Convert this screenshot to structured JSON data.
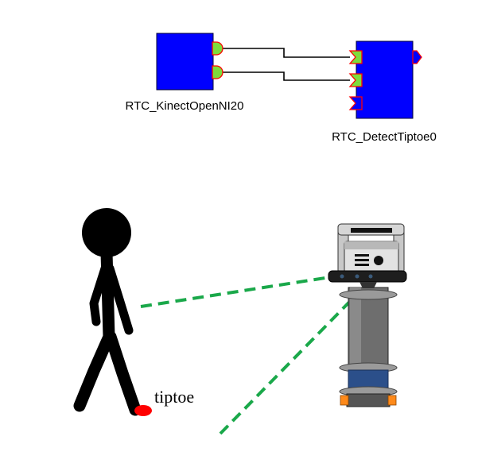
{
  "components": [
    {
      "id": "kinect",
      "label": "RTC_KinectOpenNI20",
      "color": "#0000ff"
    },
    {
      "id": "detect",
      "label": "RTC_DetectTiptoe0",
      "color": "#0000ff"
    }
  ],
  "ports": {
    "outport_color": "#7ddc3c",
    "inport_color": "#7ddc3c",
    "unconnected_color": "#0000ff",
    "border_color": "#ff0000"
  },
  "scene": {
    "annotation": "tiptoe",
    "figure_color": "#000000",
    "tiptoe_marker_color": "#ff0000",
    "sight_line_color": "#1aa84a",
    "robot_body_color": "#6e6e6e",
    "robot_band_color": "#2b4f8a",
    "robot_wheel_color": "#ff8a1a"
  }
}
